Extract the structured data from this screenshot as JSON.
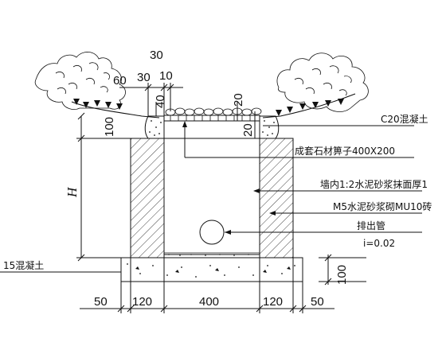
{
  "labels": {
    "c20_concrete": "C20混凝土",
    "grate": "成套石材箅子400X200",
    "plaster": "墙内1:2水泥砂浆抹面厚1",
    "masonry": "M5水泥砂浆砌MU10砖",
    "drain_pipe": "排出管",
    "slope": "i=0.02",
    "base_concrete": "15混凝土"
  },
  "dims": {
    "top_30": "30",
    "top_60": "60",
    "top_30b": "30",
    "top_10": "10",
    "top_40": "40",
    "top_20": "20",
    "left_100": "100",
    "mid_20": "20",
    "height_H": "H",
    "right_100": "100",
    "bottom_50_left": "50",
    "bottom_120_left": "120",
    "bottom_400": "400",
    "bottom_120_right": "120",
    "bottom_50_right": "50"
  },
  "colors": {
    "ink": "#111111",
    "paper": "#ffffff"
  }
}
